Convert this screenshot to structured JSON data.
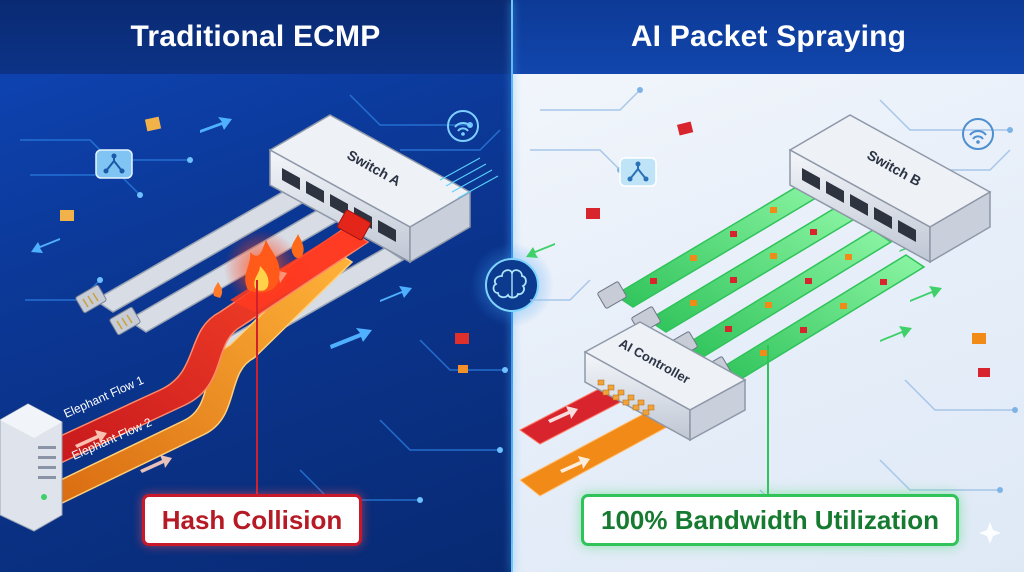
{
  "panels": {
    "left": {
      "title": "Traditional ECMP",
      "switch_label": "Switch A",
      "flow_1": "Elephant Flow 1",
      "flow_2": "Elephant Flow 2",
      "callout": "Hash Collision"
    },
    "right": {
      "title": "AI Packet Spraying",
      "switch_label": "Switch B",
      "controller_label": "AI Controller",
      "callout": "100% Bandwidth Utilization"
    }
  },
  "icons": [
    "brain-icon",
    "wifi-icon",
    "network-node-icon",
    "envelope-icon",
    "fire-icon",
    "server-icon",
    "sparkle-icon"
  ],
  "colors": {
    "left_bg": "#0b3692",
    "right_bg": "#e6eef9",
    "collision_red": "#e02a20",
    "flow_orange": "#f28a18",
    "spray_green": "#39d66a"
  }
}
